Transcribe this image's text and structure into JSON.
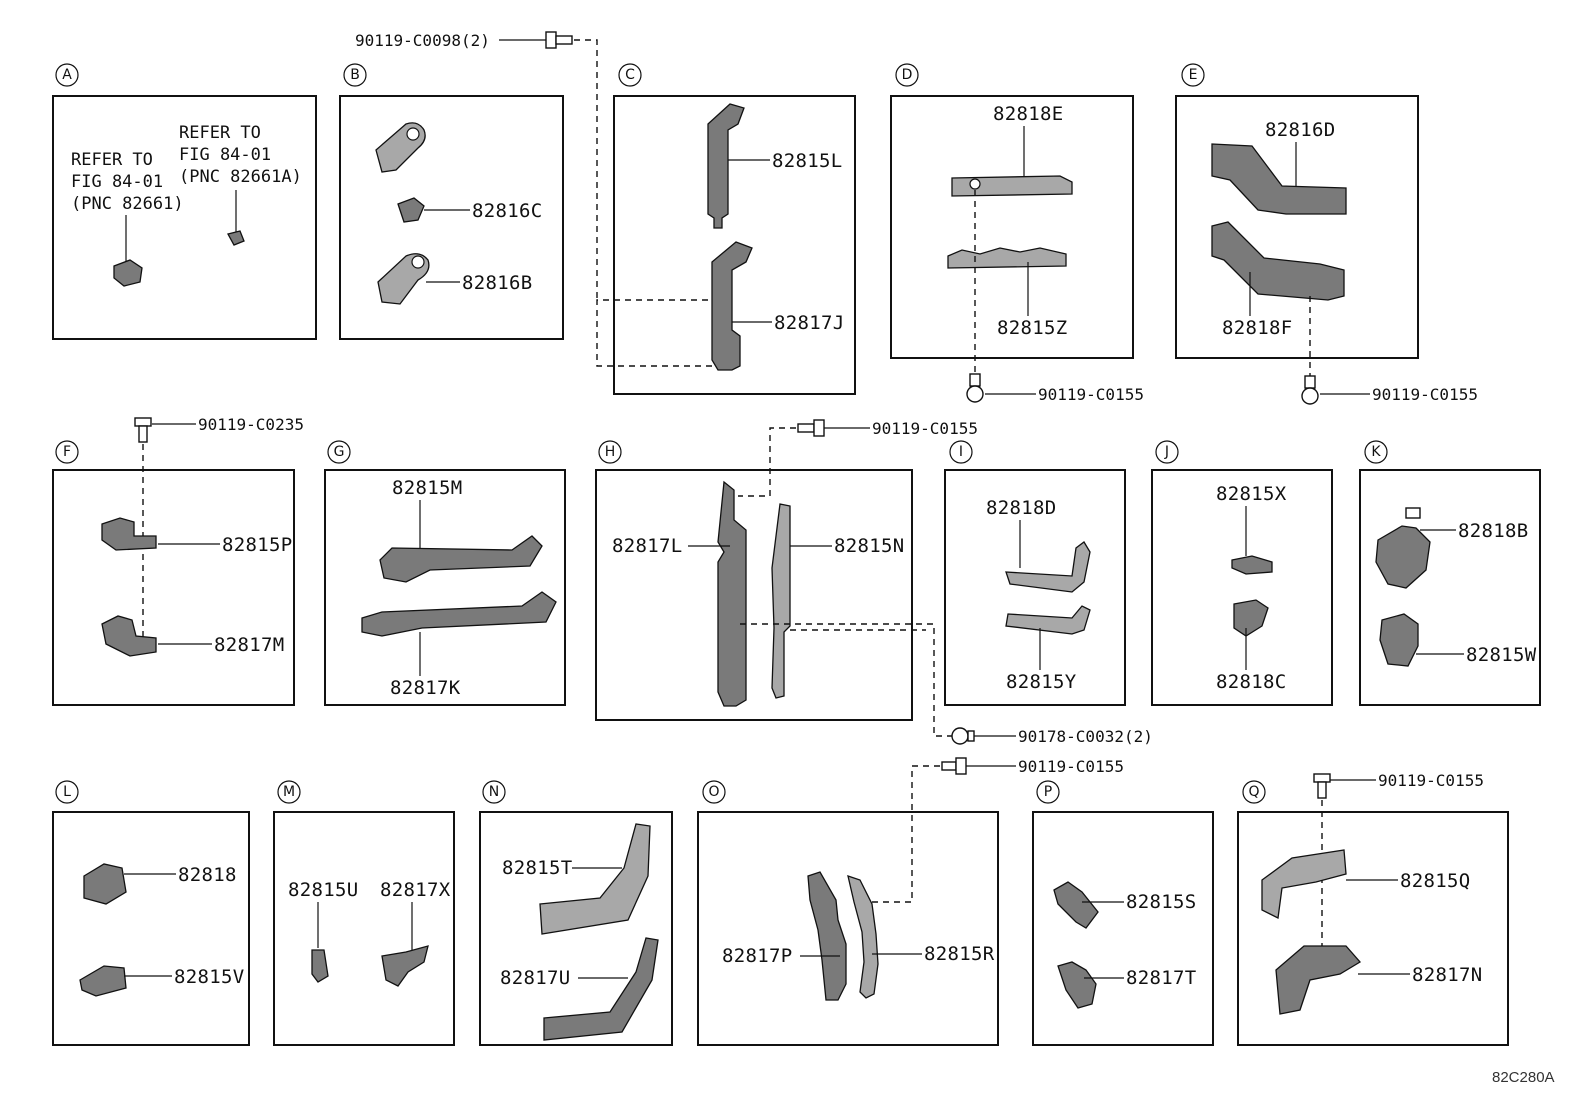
{
  "sections": {
    "A": {
      "letter": "A",
      "note1": [
        "REFER TO",
        "FIG 84-01",
        "(PNC 82661)"
      ],
      "note2": [
        "REFER TO",
        "FIG 84-01",
        "(PNC 82661A)"
      ]
    },
    "B": {
      "letter": "B",
      "parts": [
        "82816C",
        "82816B"
      ]
    },
    "C": {
      "letter": "C",
      "parts": [
        "82815L",
        "82817J"
      ]
    },
    "D": {
      "letter": "D",
      "parts": [
        "82818E",
        "82815Z"
      ]
    },
    "E": {
      "letter": "E",
      "parts": [
        "82816D",
        "82818F"
      ]
    },
    "F": {
      "letter": "F",
      "parts": [
        "82815P",
        "82817M"
      ]
    },
    "G": {
      "letter": "G",
      "parts": [
        "82815M",
        "82817K"
      ]
    },
    "H": {
      "letter": "H",
      "parts": [
        "82817L",
        "82815N"
      ]
    },
    "I": {
      "letter": "I",
      "parts": [
        "82818D",
        "82815Y"
      ]
    },
    "J": {
      "letter": "J",
      "parts": [
        "82815X",
        "82818C"
      ]
    },
    "K": {
      "letter": "K",
      "parts": [
        "82818B",
        "82815W"
      ]
    },
    "L": {
      "letter": "L",
      "parts": [
        "82818",
        "82815V"
      ]
    },
    "M": {
      "letter": "M",
      "parts": [
        "82815U",
        "82817X"
      ]
    },
    "N": {
      "letter": "N",
      "parts": [
        "82815T",
        "82817U"
      ]
    },
    "O": {
      "letter": "O",
      "parts": [
        "82817P",
        "82815R"
      ]
    },
    "P": {
      "letter": "P",
      "parts": [
        "82815S",
        "82817T"
      ]
    },
    "Q": {
      "letter": "Q",
      "parts": [
        "82815Q",
        "82817N"
      ]
    }
  },
  "fasteners": {
    "c_top": "90119-C0098(2)",
    "d_bottom": "90119-C0155",
    "e_bottom": "90119-C0155",
    "f_top": "90119-C0235",
    "h_top": "90119-C0155",
    "h_nut": "90178-C0032(2)",
    "o_top": "90119-C0155",
    "q_top": "90119-C0155"
  },
  "figure_code": "82C280A"
}
